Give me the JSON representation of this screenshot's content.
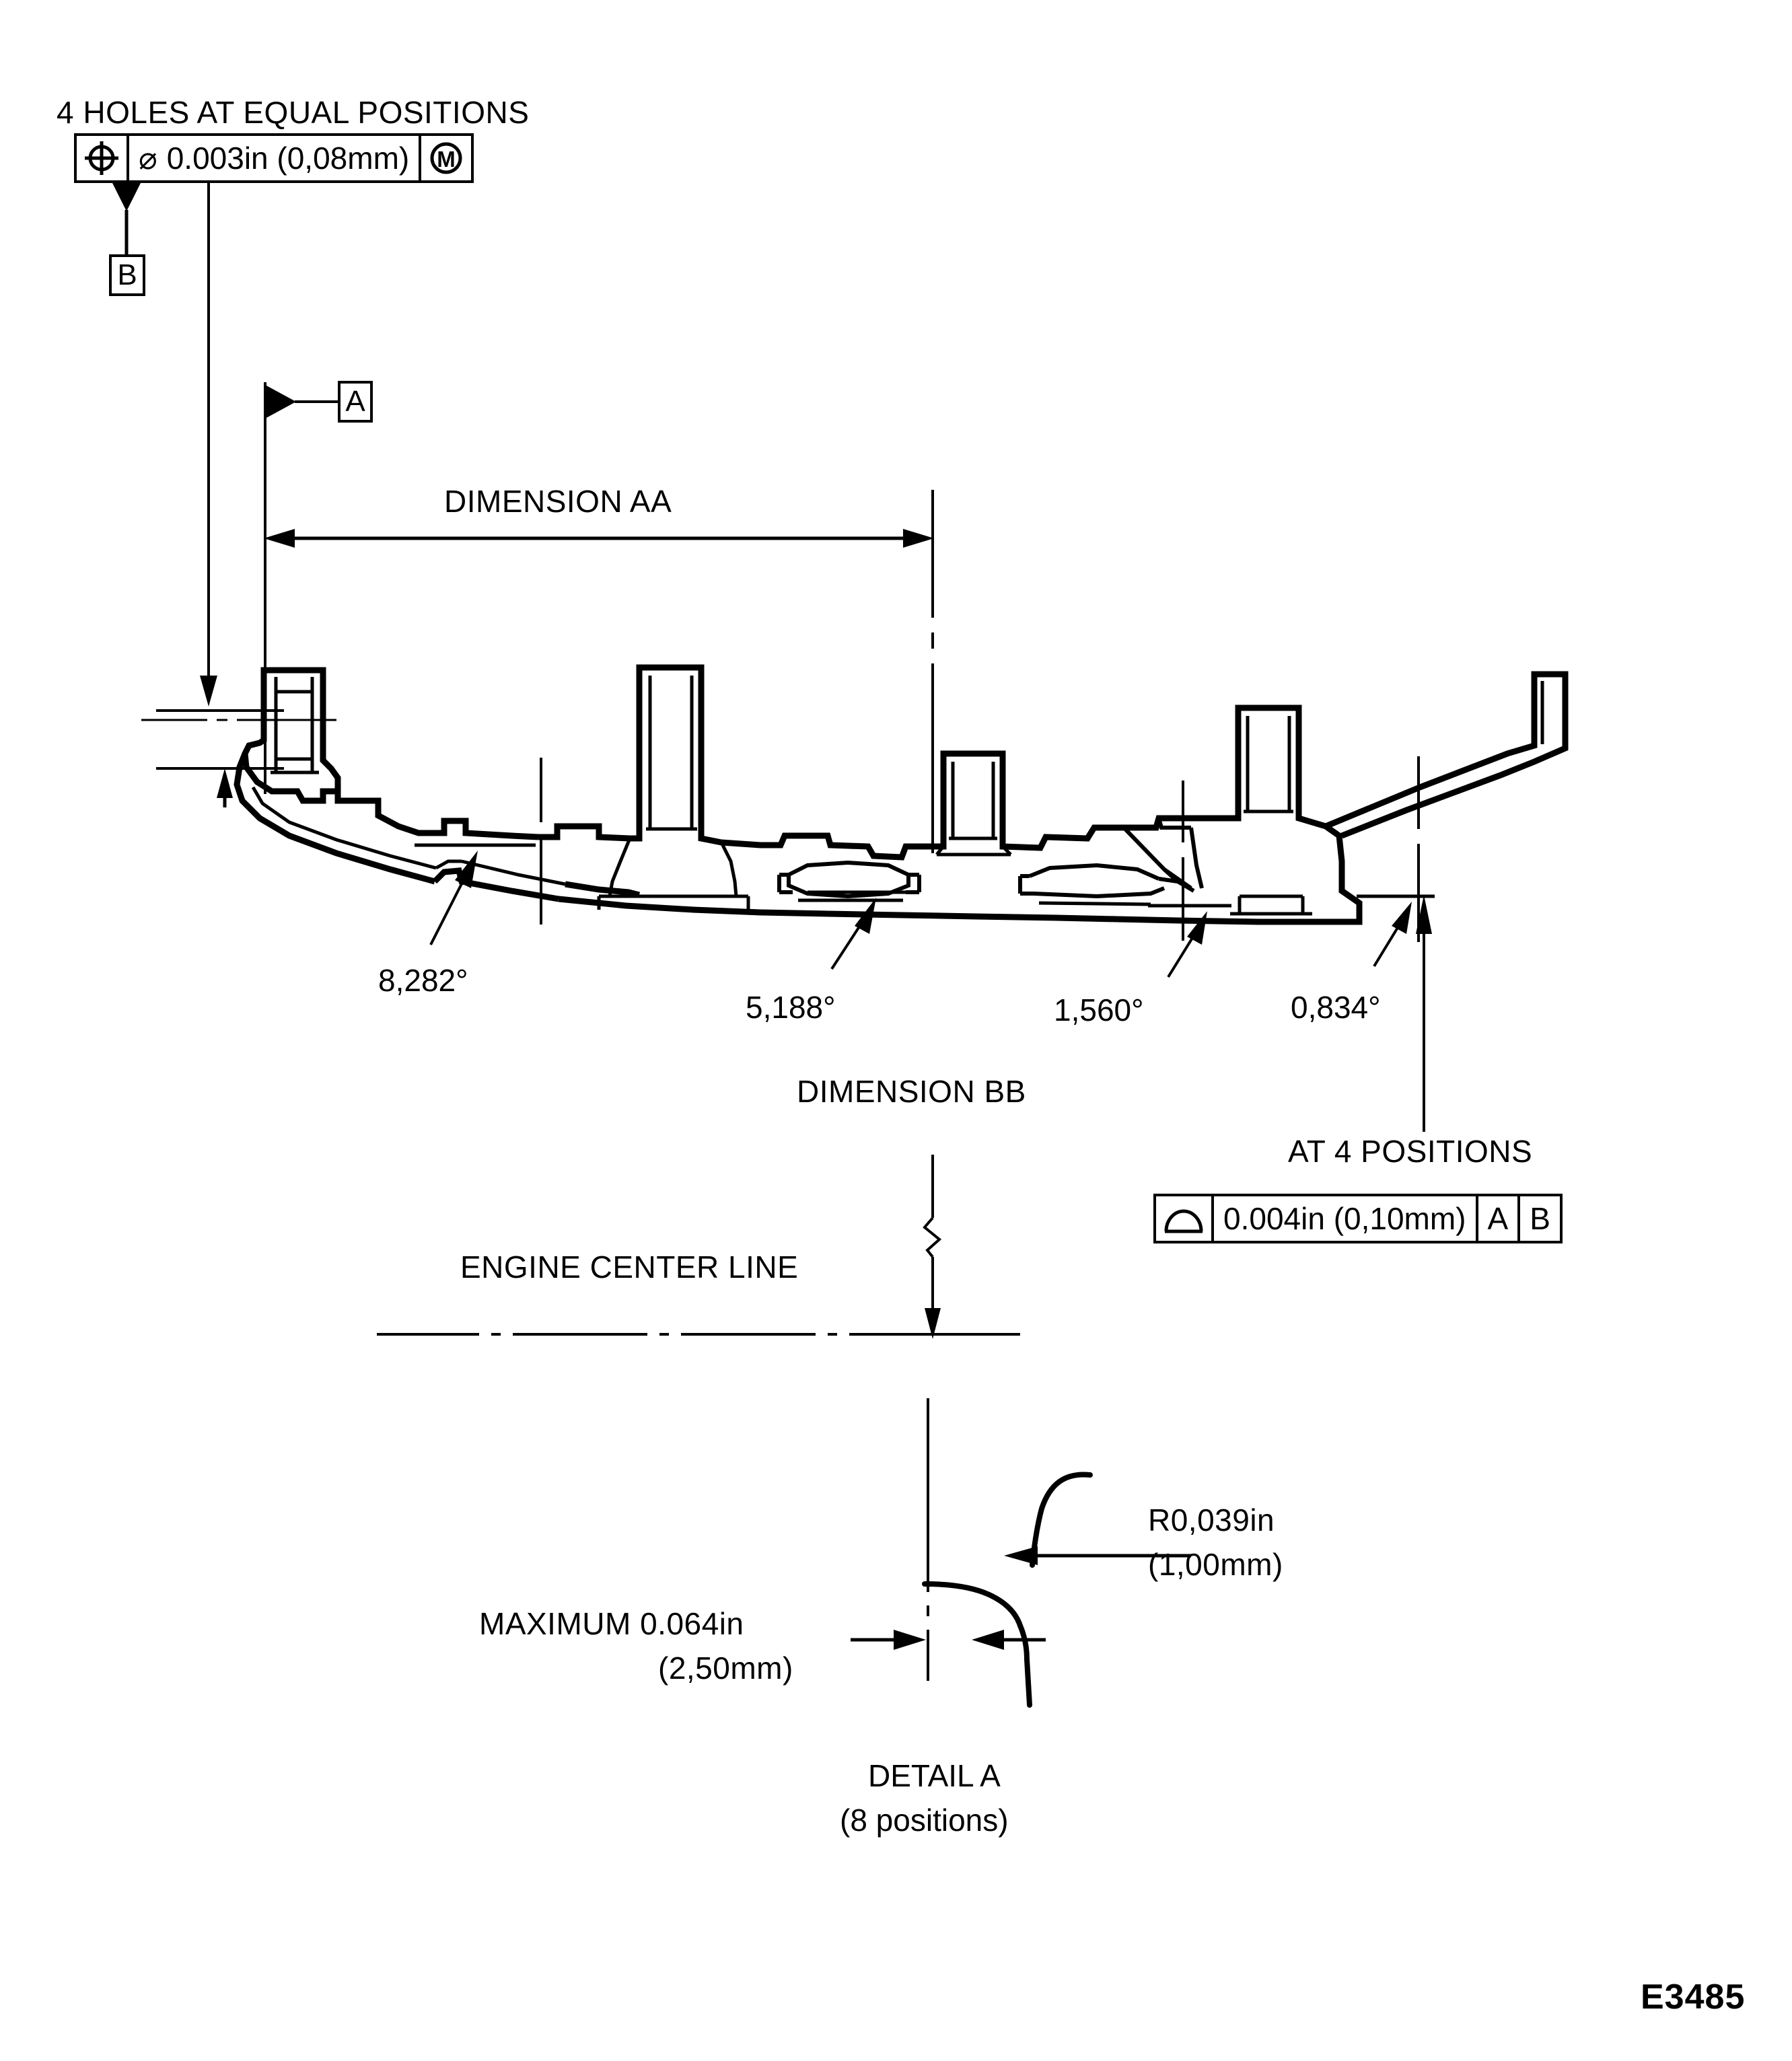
{
  "figure": {
    "number": "E3485"
  },
  "notes": {
    "holes_note": "4 HOLES AT EQUAL POSITIONS",
    "at_4_positions": "AT 4 POSITIONS"
  },
  "position_fcf": {
    "symbol_name": "position-symbol",
    "diameter_symbol": "⌀",
    "tolerance": "0.003in (0,08mm)",
    "material_modifier": "M",
    "datum_label": "B"
  },
  "profile_fcf": {
    "symbol_name": "profile-of-surface-symbol",
    "tolerance": "0.004in (0,10mm)",
    "datums": [
      "A",
      "B"
    ]
  },
  "datums": {
    "a_label": "A",
    "b_label": "B"
  },
  "dimensions": {
    "aa_label": "DIMENSION AA",
    "bb_label": "DIMENSION BB",
    "engine_center_line": "ENGINE CENTER LINE"
  },
  "angles": [
    {
      "value": "8,282°"
    },
    {
      "value": "5,188°"
    },
    {
      "value": "1,560°"
    },
    {
      "value": "0,834°"
    }
  ],
  "detail": {
    "title": "DETAIL A",
    "subtitle": "(8 positions)",
    "radius_line1": "R0,039in",
    "radius_line2": "(1,00mm)",
    "max_line1": "MAXIMUM 0.064in",
    "max_line2": "(2,50mm)"
  },
  "colors": {
    "ink": "#000000",
    "paper": "#ffffff"
  }
}
